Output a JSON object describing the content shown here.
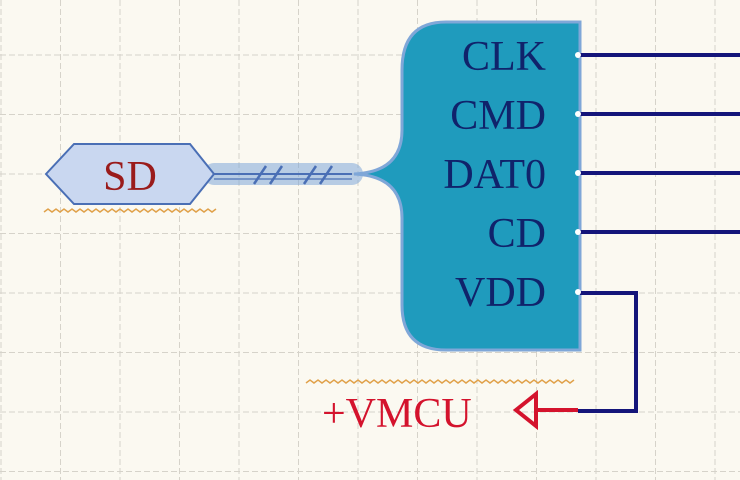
{
  "harness_port": {
    "label": "SD",
    "fill": "#c9d7f0",
    "stroke": "#4a6fb5",
    "text_color": "#9a1b1b"
  },
  "harness_entry": {
    "fill": "#1f9bbd",
    "stroke": "#7fa7d8",
    "pins": [
      {
        "label": "CLK"
      },
      {
        "label": "CMD"
      },
      {
        "label": "DAT0"
      },
      {
        "label": "CD"
      },
      {
        "label": "VDD"
      }
    ],
    "text_color": "#10236b"
  },
  "power_port": {
    "label": "+VMCU",
    "color": "#d4132d"
  },
  "colors": {
    "wire": "#14157a",
    "grid_minor": "#d6d3ca",
    "grid_major": "#aaa79e",
    "background": "#fbf9f1",
    "squiggle": "#e0a14a"
  }
}
